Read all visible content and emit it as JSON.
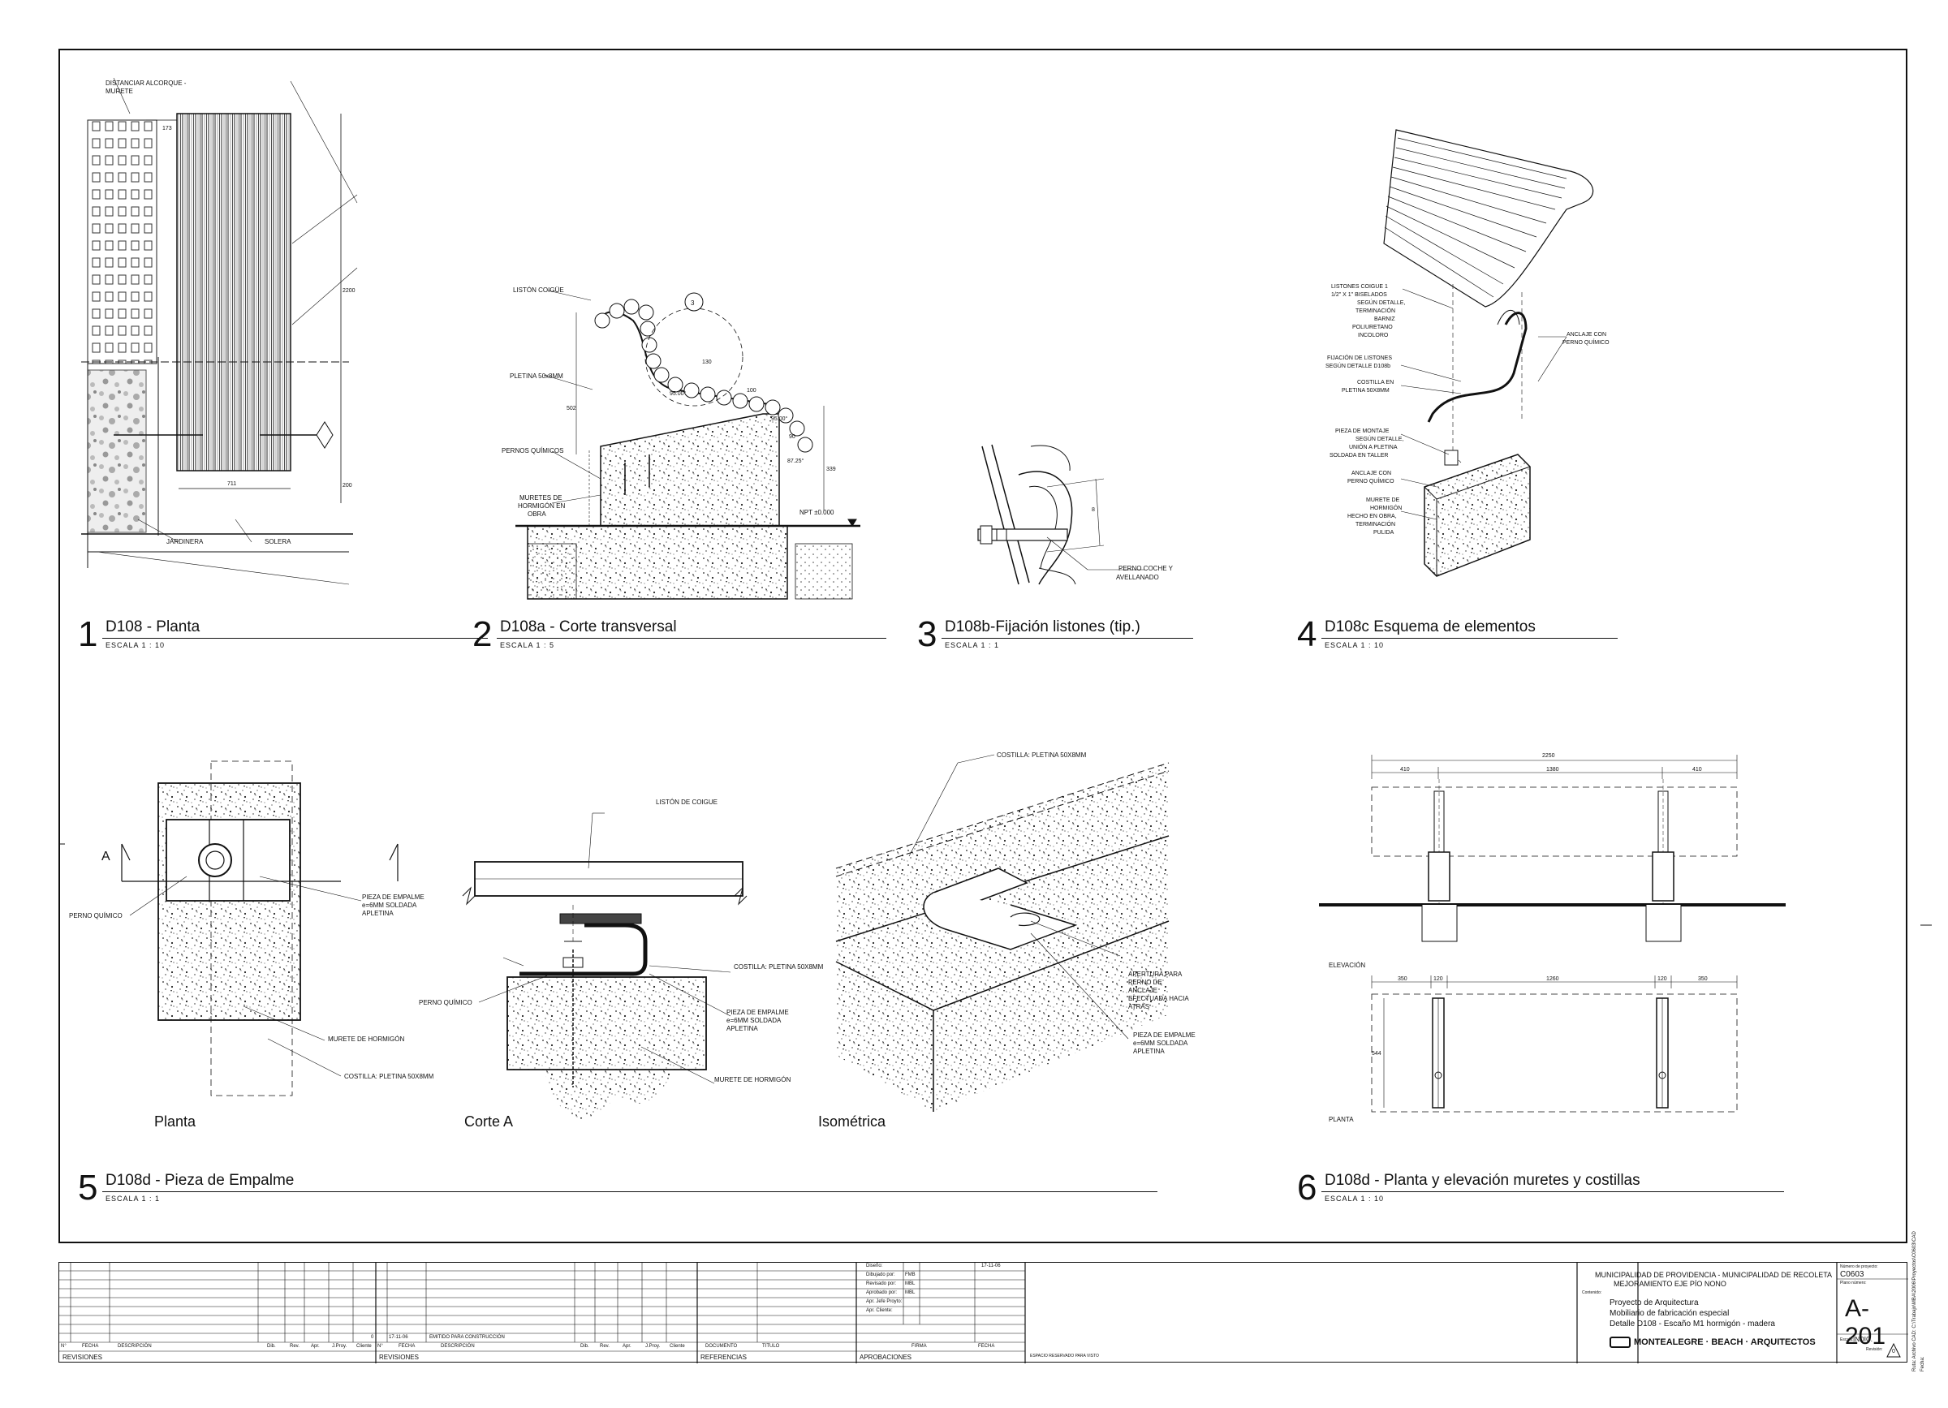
{
  "details": [
    {
      "num": "1",
      "name": "D108 - Planta",
      "scale": "ESCALA   1 : 10"
    },
    {
      "num": "2",
      "name": "D108a - Corte transversal",
      "scale": "ESCALA   1 : 5"
    },
    {
      "num": "3",
      "name": "D108b-Fijación listones (tip.)",
      "scale": "ESCALA   1 : 1"
    },
    {
      "num": "4",
      "name": "D108c Esquema de elementos",
      "scale": "ESCALA   1 : 10"
    },
    {
      "num": "5",
      "name": "D108d - Pieza de Empalme",
      "scale": "ESCALA   1 : 1"
    },
    {
      "num": "6",
      "name": "D108d -  Planta y elevación muretes y costillas",
      "scale": "ESCALA   1 : 10"
    }
  ],
  "subviews": {
    "planta": "Planta",
    "corte": "Corte A",
    "isometrica": "Isométrica"
  },
  "labels": {
    "d1": {
      "distanciar": "DISTANCIAR ALCORQUE -",
      "murete": "MURETE",
      "jardinera": "JARDINERA",
      "solera": "SOLERA",
      "dim_173": "173",
      "dim_711": "711",
      "dim_200": "200",
      "dim_2200": "2200"
    },
    "d2": {
      "liston": "LISTÓN COIGÜE",
      "pletina": "PLETINA 50x8MM",
      "pernos": "PERNOS QUÍMICOS",
      "muretes1": "MURETES DE",
      "muretes2": "HORMIGÓN EN",
      "muretes3": "OBRA",
      "npt": "NPT ±0.000",
      "dim_502": "502",
      "dim_339": "339",
      "dim_100": "100",
      "dim_130": "130",
      "dim_90": "90",
      "ang1": "87.25°",
      "ang2": "95.00°",
      "ang3": "95.00°",
      "ref": "3"
    },
    "d3": {
      "perno1": "PERNO COCHE Y",
      "perno2": "AVELLANADO"
    },
    "d4": {
      "listones1": "LISTONES COIGUE 1",
      "listones2": "1/2\" X 1\" BISELADOS",
      "listones3": "SEGÚN DETALLE,",
      "listones4": "TERMINACIÓN",
      "listones5": "BARNIZ",
      "listones6": "POLIURETANO",
      "listones7": "INCOLORO",
      "fij1": "FIJACIÓN DE LISTONES",
      "fij2": "SEGÚN DETALLE D108b",
      "cost1": "COSTILLA EN",
      "cost2": "PLETINA 50X8MM",
      "pieza1": "PIEZA DE MONTAJE",
      "pieza2": "SEGÚN DETALLE,",
      "pieza3": "UNIÓN A PLETINA",
      "pieza4": "SOLDADA EN TALLER",
      "anc1": "ANCLAJE CON",
      "anc2": "PERNO QUÍMICO",
      "mur1": "MURETE DE",
      "mur2": "HORMIGÓN",
      "mur3": "HECHO EN OBRA,",
      "mur4": "TERMINACIÓN",
      "mur5": "PULIDA",
      "ancR1": "ANCLAJE CON",
      "ancR2": "PERNO QUÍMICO"
    },
    "d5": {
      "a": "A",
      "perno_quimico": "PERNO QUÍMICO",
      "pieza1": "PIEZA DE EMPALME",
      "pieza2": "e=6MM SOLDADA",
      "pieza3": "APLETINA",
      "murete": "MURETE DE HORMIGÓN",
      "costilla": "COSTILLA: PLETINA 50X8MM",
      "liston": "LISTÓN DE COIGUE",
      "costilla_c": "COSTILLA: PLETINA 50X8MM",
      "perno_c": "PERNO QUÍMICO",
      "pieza_c1": "PIEZA DE EMPALME",
      "pieza_c2": "e=6MM SOLDADA",
      "pieza_c3": "APLETINA",
      "murete_c": "MURETE DE HORMIGÓN",
      "costilla_i": "COSTILLA: PLETINA 50X8MM",
      "apertura1": "APERTURA PARA",
      "apertura2": "PERNO DE",
      "apertura3": "ANCLAJE",
      "apertura4": "EFECTUADA HACIA",
      "apertura5": "ATRÁS",
      "pieza_i1": "PIEZA DE EMPALME",
      "pieza_i2": "e=6MM SOLDADA",
      "pieza_i3": "APLETINA"
    },
    "d6": {
      "elevacion": "ELEVACIÓN",
      "planta": "PLANTA",
      "dim_2250": "2250",
      "dim_410a": "410",
      "dim_1380": "1380",
      "dim_410b": "410",
      "dim_350a": "350",
      "dim_120a": "120",
      "dim_1260": "1260",
      "dim_120b": "120",
      "dim_350b": "350",
      "dim_544": "544"
    }
  },
  "titleblock": {
    "revisiones": "REVISIONES",
    "revisiones2": "REVISIONES",
    "referencias": "REFERENCIAS",
    "aprobaciones": "APROBACIONES",
    "col_n": "N°",
    "col_fecha": "FECHA",
    "col_desc": "DESCRIPCIÓN",
    "col_dib": "Dib.",
    "col_rev": "Rev.",
    "col_apr": "Apr.",
    "col_proy": "J.Proy.",
    "col_cliente": "Cliente",
    "rev0_n": "0",
    "rev0_fecha": "17-11-06",
    "rev0_desc": "EMITIDO PARA CONSTRUCCIÓN",
    "col_documento": "DOCUMENTO",
    "col_titulo": "TITULO",
    "col_firma": "FIRMA",
    "diseno": "Diseño:",
    "diseno_fecha": "17-11-06",
    "dibujado": "Dibujado por:",
    "dibujado_v": "FMB",
    "revisado": "Revisado por:",
    "revisado_v": "MBL",
    "aprobado": "Aprobado por:",
    "aprobado_v": "MBL",
    "apr_jefe": "Apr. Jefe Proyto:",
    "apr_cliente": "Apr. Cliente:",
    "espacio": "ESPACIO RESERVADO PARA VISTO",
    "client1": "MUNICIPALIDAD DE PROVIDENCIA - MUNICIPALIDAD DE RECOLETA",
    "client2": "MEJORAMIENTO EJE PÍO NONO",
    "contenido": "Contenido:",
    "line1": "Proyecto de Arquitectura",
    "line2": "Mobiliario de fabricación especial",
    "line3": "Detalle D108 - Escaño M1 hormigón - madera",
    "firm": "MONTEALEGRE · BEACH · ARQUITECTOS",
    "proj_label": "Número de proyecto:",
    "proj": "C0603",
    "plano_label": "Plano número:",
    "sheet": "A-201",
    "escala_label": "Escala:",
    "escala": "INDIC.",
    "revision_label": "Revisión:",
    "revision": "0"
  },
  "margin": {
    "ruta1": "Ruta: Archivo CAD:",
    "ruta2": "C:\\Trabajo\\MBA\\2006\\Proyectos\\C0603\\CAD",
    "fecha": "Fecha:"
  }
}
